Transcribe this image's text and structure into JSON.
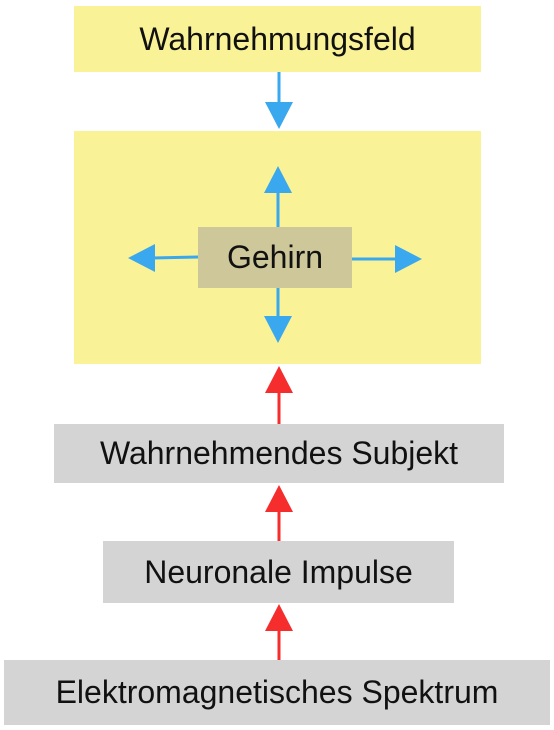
{
  "colors": {
    "field_yellow": "#faf297",
    "brain_box": "#cdc79a",
    "gray_box": "#d4d4d4",
    "arrow_blue": "#3aa8ee",
    "arrow_red": "#f52d2d"
  },
  "diagram": {
    "nodes": {
      "wahrnehmungsfeld": "Wahrnehmungsfeld",
      "gehirn": "Gehirn",
      "subjekt": "Wahrnehmendes Subjekt",
      "impulse": "Neuronale Impulse",
      "spektrum": "Elektromagnetisches Spektrum"
    },
    "edges": [
      {
        "from": "wahrnehmungsfeld",
        "to": "brain-area",
        "color": "blue"
      },
      {
        "from": "gehirn",
        "to": "up",
        "color": "blue"
      },
      {
        "from": "gehirn",
        "to": "down",
        "color": "blue"
      },
      {
        "from": "gehirn",
        "to": "left",
        "color": "blue"
      },
      {
        "from": "gehirn",
        "to": "right",
        "color": "blue"
      },
      {
        "from": "subjekt",
        "to": "brain-area",
        "color": "red"
      },
      {
        "from": "impulse",
        "to": "subjekt",
        "color": "red"
      },
      {
        "from": "spektrum",
        "to": "impulse",
        "color": "red"
      }
    ]
  }
}
